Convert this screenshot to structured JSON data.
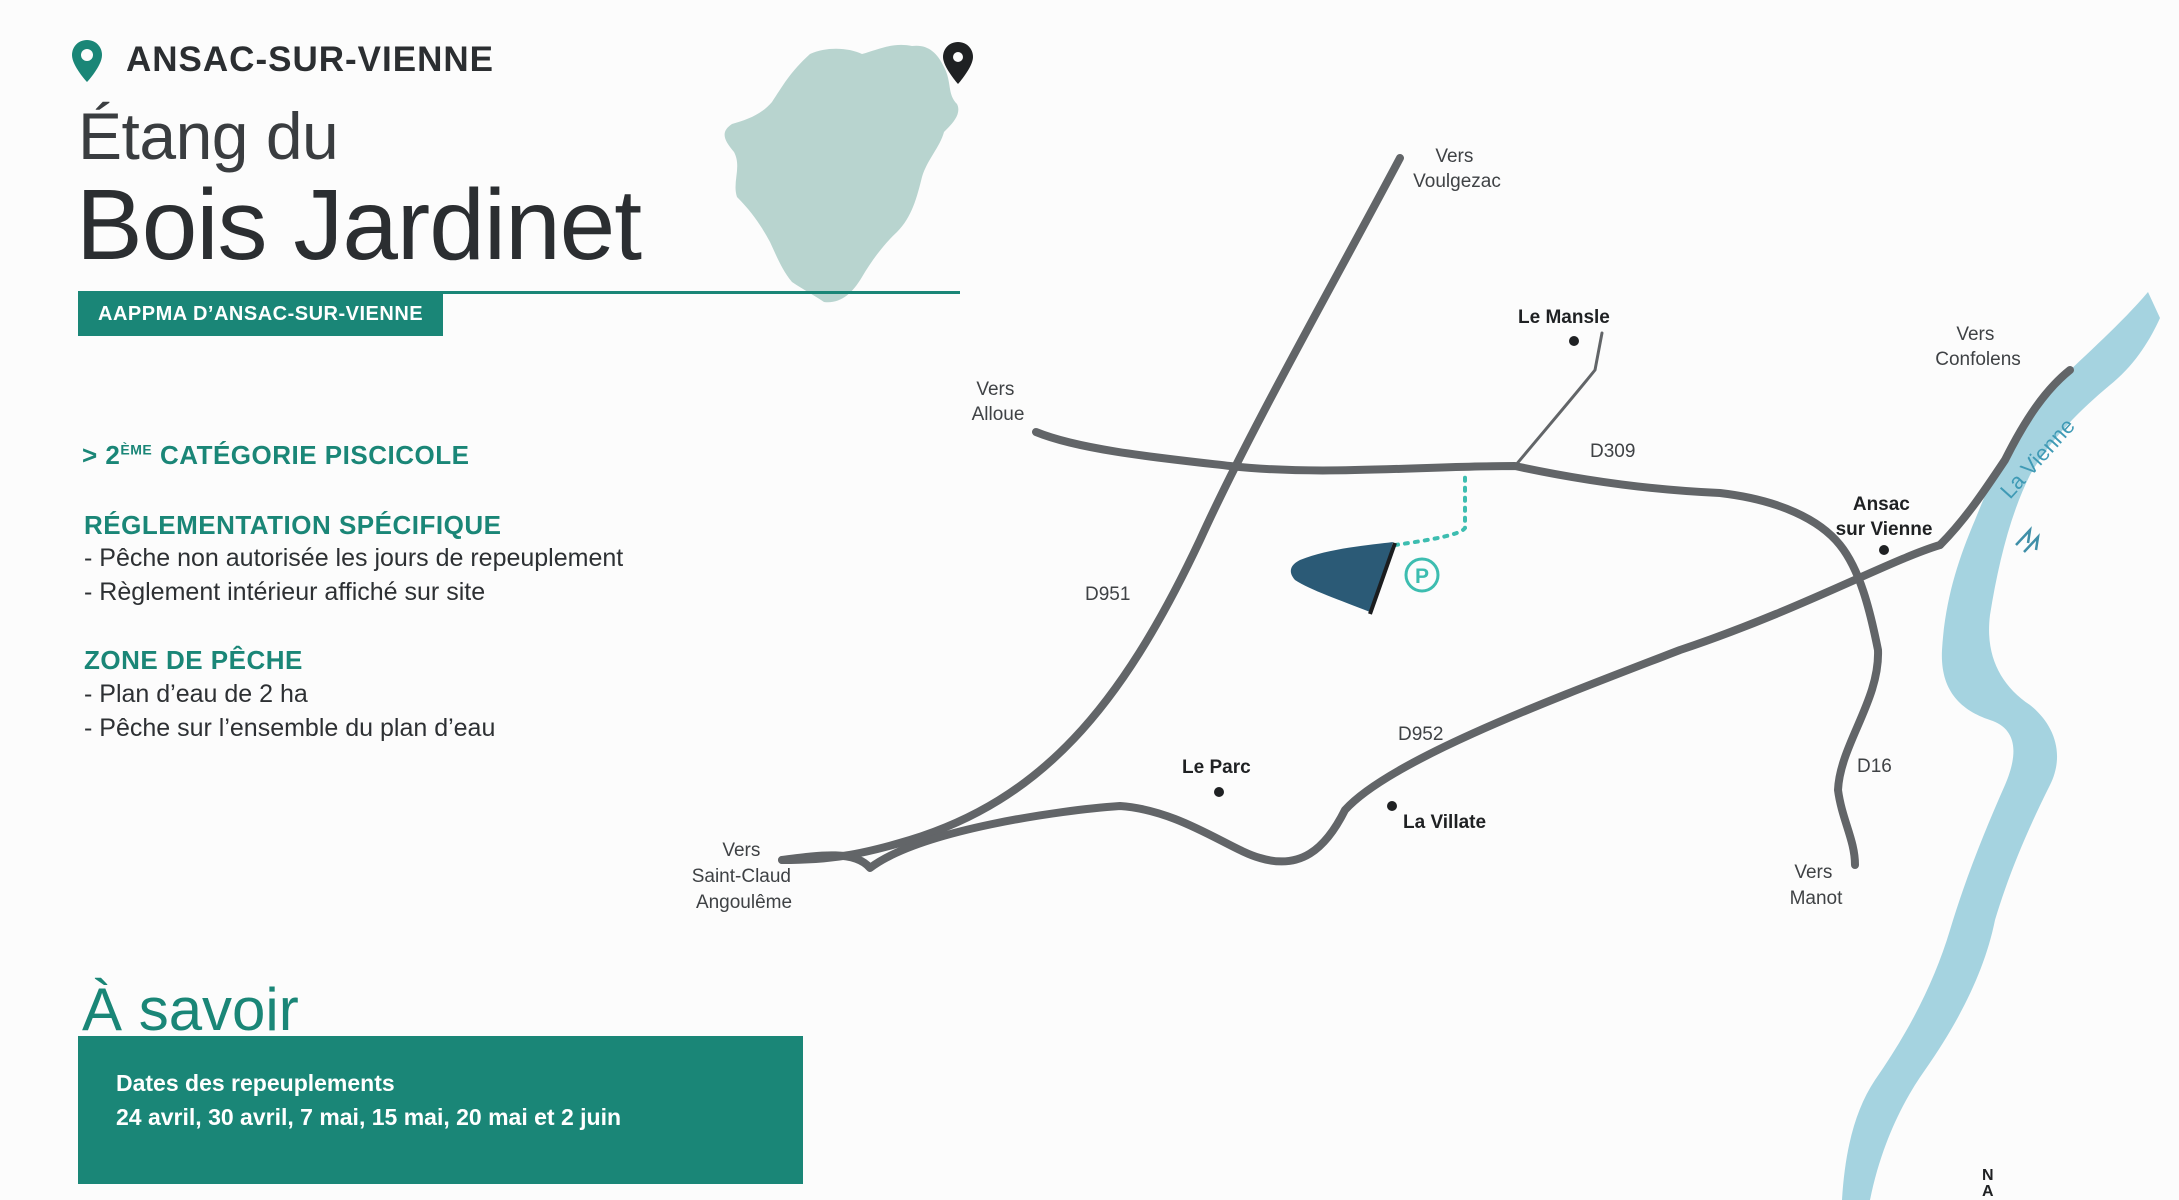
{
  "header": {
    "town": "ANSAC-SUR-VIENNE",
    "title_line1": "Étang du",
    "title_line2": "Bois Jardinet",
    "organization": "AAPPMA D’ANSAC-SUR-VIENNE"
  },
  "info": {
    "category_prefix": "> 2",
    "category_superscript": "ÈME",
    "category_suffix": " CATÉGORIE PISCICOLE",
    "regulation": {
      "heading": "RÉGLEMENTATION SPÉCIFIQUE",
      "lines": [
        "- Pêche non autorisée les jours de repeuplement",
        "- Règlement intérieur affiché sur site"
      ]
    },
    "zone": {
      "heading": "ZONE DE PÊCHE",
      "lines": [
        "- Plan d’eau de 2 ha",
        "- Pêche sur l’ensemble du plan d’eau"
      ]
    }
  },
  "a_savoir": {
    "title": "À savoir",
    "label": "Dates des repeuplements",
    "dates": "24 avril, 30 avril, 7 mai, 15 mai, 20 mai et 2 juin"
  },
  "map": {
    "destinations": {
      "voulgezac": [
        "Vers",
        "Voulgezac"
      ],
      "alloue": [
        "Vers",
        "Alloue"
      ],
      "confolens": [
        "Vers",
        "Confolens"
      ],
      "saint_claud": [
        "Vers",
        "Saint-Claud",
        "Angoulême"
      ],
      "manot": [
        "Vers",
        "Manot"
      ]
    },
    "roads": {
      "d309": "D309",
      "d951": "D951",
      "d952": "D952",
      "d16": "D16"
    },
    "places": {
      "le_mansle": "Le Mansle",
      "ansac": [
        "Ansac",
        "sur Vienne"
      ],
      "le_parc": "Le Parc",
      "la_villate": "La Villate"
    },
    "river_name": "La Vienne",
    "parking_symbol": "P",
    "north": [
      "N",
      "A"
    ]
  },
  "colors": {
    "accent": "#1a8677",
    "road": "#626568",
    "river": "#a5d3e0",
    "pond": "#2b5a76",
    "department": "#b8d4cf",
    "parking": "#3dbdb0"
  },
  "icons": {
    "location": "location-pin-icon",
    "department_pin": "map-pin-icon",
    "parking": "parking-icon",
    "flow": "river-flow-icon"
  }
}
